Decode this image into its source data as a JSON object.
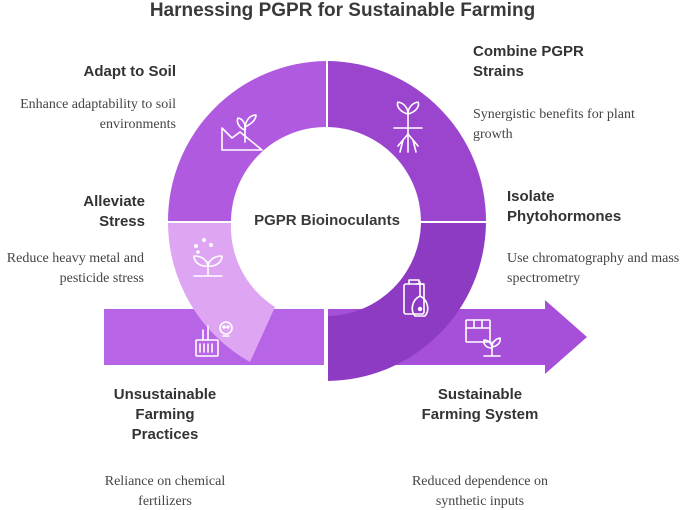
{
  "title": "Harnessing PGPR for Sustainable Farming",
  "center_label": "PGPR Bioinoculants",
  "steps": {
    "adapt": {
      "heading": "Adapt to Soil",
      "description": "Enhance adaptability to soil environments",
      "icon": "plant-in-soil-icon"
    },
    "combine": {
      "heading": "Combine PGPR Strains",
      "description": "Synergistic benefits for plant growth",
      "icon": "plant-roots-icon"
    },
    "alleviate": {
      "heading": "Alleviate Stress",
      "description": "Reduce heavy metal and pesticide stress",
      "icon": "sprout-sparkles-icon"
    },
    "isolate": {
      "heading": "Isolate Phytohormones",
      "description": "Use chromatography and mass spectrometry",
      "icon": "lab-flask-clipboard-icon"
    },
    "unsustainable": {
      "heading": "Unsustainable Farming Practices",
      "description": "Reliance on chemical fertilizers",
      "icon": "toxic-fertilizer-icon"
    },
    "sustainable": {
      "heading": "Sustainable Farming System",
      "description": "Reduced dependence on synthetic inputs",
      "icon": "box-with-sprout-icon"
    }
  },
  "colors": {
    "segment_top_left": "#b05ae0",
    "segment_top_right": "#9b45cf",
    "segment_lower_left": "#dea5f2",
    "segment_lower_right": "#8e3bc4",
    "arrow_left": "#b864e6",
    "arrow_right": "#a650da",
    "icon_stroke": "#ffffff"
  }
}
